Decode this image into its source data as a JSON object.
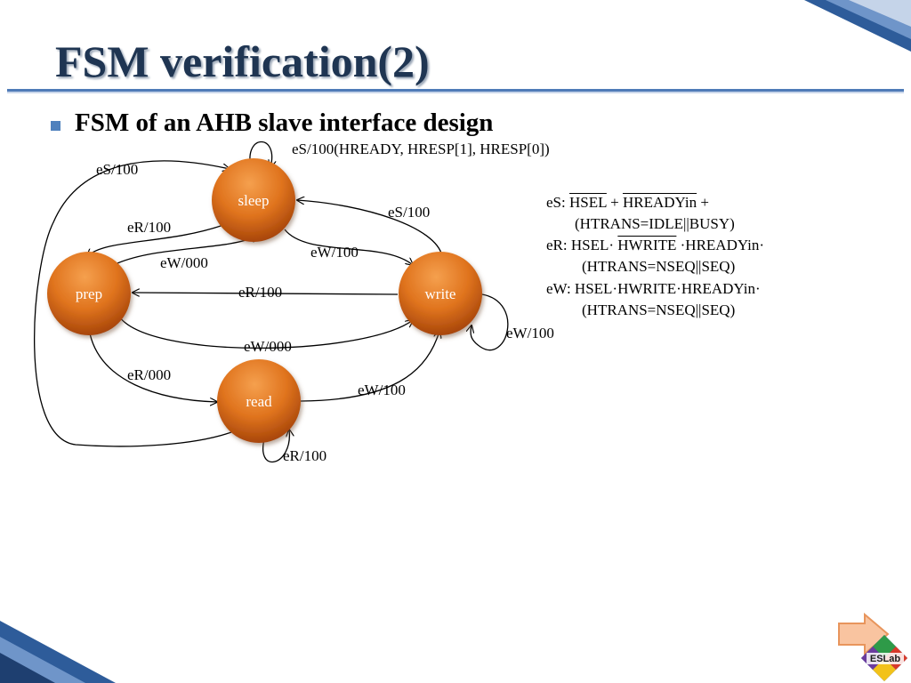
{
  "slide": {
    "title": "FSM verification(2)",
    "bullet": "FSM of an AHB slave interface design"
  },
  "states": {
    "sleep": "sleep",
    "prep": "prep",
    "write": "write",
    "read": "read"
  },
  "transitions": {
    "sleep_self": "eS/100(HREADY, HRESP[1], HRESP[0])",
    "read_to_sleep": "eS/100",
    "sleep_to_prep": "eR/100",
    "prep_to_sleep": "eW/000",
    "write_to_sleep": "eS/100",
    "sleep_to_write": "eW/100",
    "write_to_prep": "eR/100",
    "prep_to_write": "eW/000",
    "write_self": "eW/100",
    "prep_to_read": "eR/000",
    "read_to_write": "eW/100",
    "read_self": "eR/100"
  },
  "conditions": {
    "es_prefix": "eS: ",
    "es_hsel": "HSEL",
    "es_plus1": " + ",
    "es_hready": "HREADYin",
    "es_plus2": " +",
    "es_line2": "(HTRANS=IDLE||BUSY)",
    "er_prefix": "eR: HSEL· ",
    "er_hwrite": "HWRITE",
    "er_rest": " ·HREADYin·",
    "er_line2": "(HTRANS=NSEQ||SEQ)",
    "ew_line1": "eW: HSEL·HWRITE·HREADYin·",
    "ew_line2": "(HTRANS=NSEQ||SEQ)"
  },
  "logo": {
    "text": "ESLab"
  },
  "colors": {
    "title": "#1f3552",
    "rule": "#4f7bb8",
    "node": "#c8560c",
    "node_light": "#f0963e",
    "bullet": "#4f81bd",
    "next_arrow": "#f9c4a0"
  }
}
